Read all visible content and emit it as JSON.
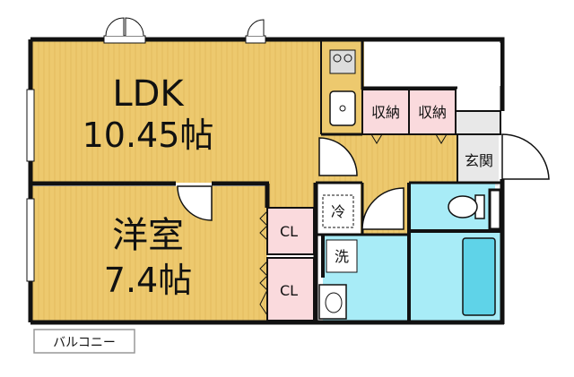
{
  "rooms": {
    "ldk": {
      "name": "LDK",
      "size": "10.45帖"
    },
    "western": {
      "name": "洋室",
      "size": "7.4帖"
    },
    "storage_1": "収納",
    "storage_2": "収納",
    "entrance": "玄関",
    "closet_upper": "CL",
    "closet_lower": "CL",
    "refrigerator": "冷",
    "washer": "洗",
    "balcony": "バルコニー"
  },
  "colors": {
    "wood_floor": "#EDC96E",
    "wall": "#111111",
    "closet_pink": "#FADADD",
    "water_blue": "#A8ECF7",
    "entrance_gray": "#E8E8E8"
  }
}
